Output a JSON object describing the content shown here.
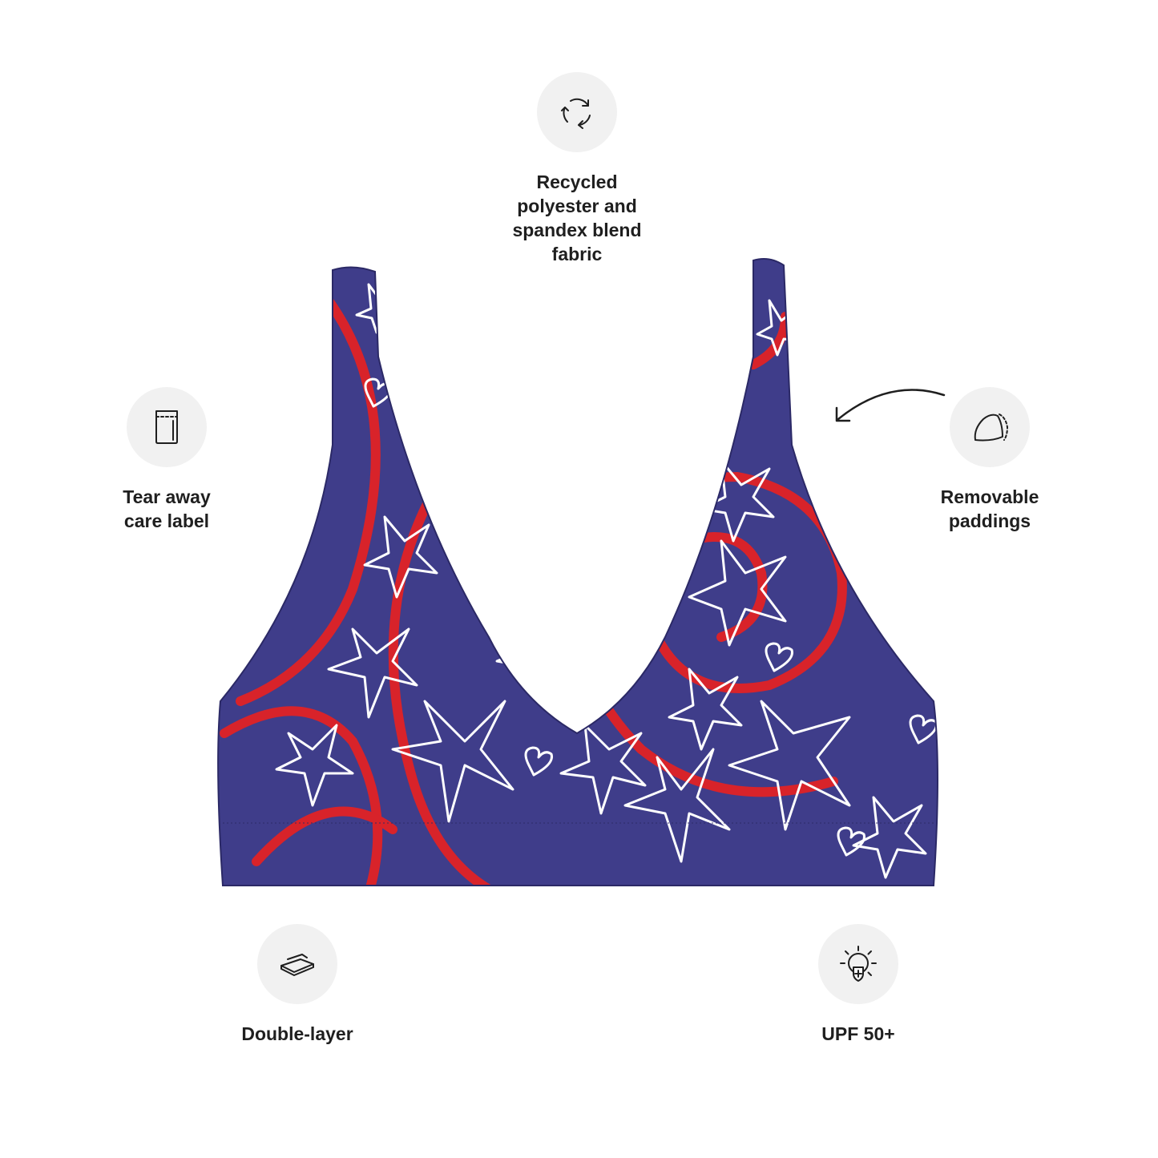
{
  "features": {
    "recycled": {
      "label": "Recycled\npolyester and\nspandex blend\nfabric",
      "icon": "recycle-icon"
    },
    "tear_away": {
      "label": "Tear away\ncare label",
      "icon": "care-label-icon"
    },
    "removable": {
      "label": "Removable\npaddings",
      "icon": "padding-icon"
    },
    "double_layer": {
      "label": "Double-layer",
      "icon": "layers-icon"
    },
    "upf": {
      "label": "UPF 50+",
      "icon": "sun-shield-icon"
    }
  },
  "product": {
    "colors": {
      "base": "#3f3d8a",
      "accent_red": "#d8232a",
      "pattern_white": "#ffffff"
    }
  }
}
